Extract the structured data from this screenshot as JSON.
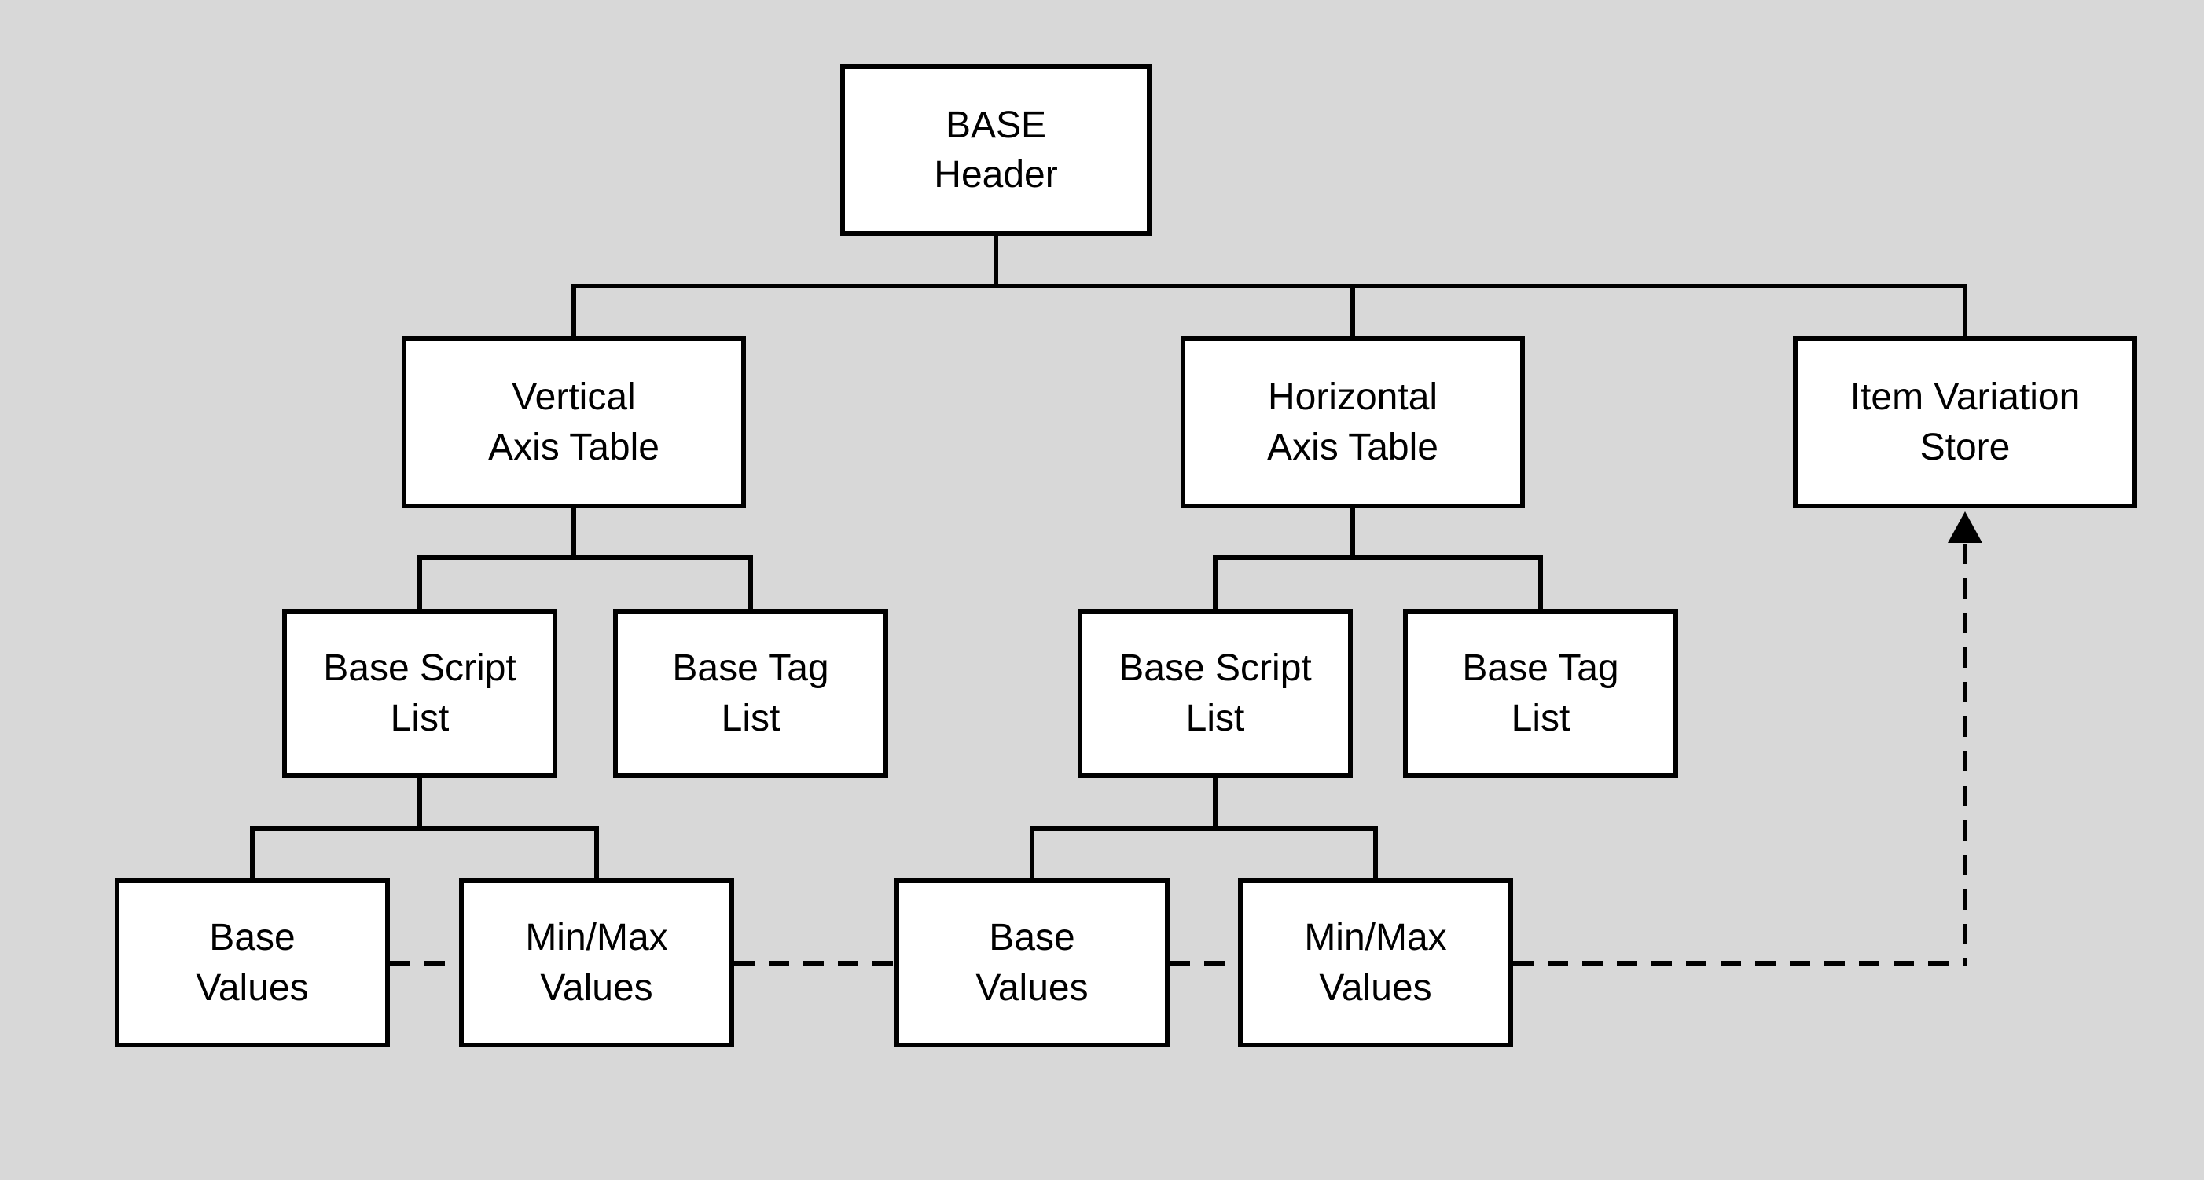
{
  "diagram": {
    "background_color": "#d8d8d8",
    "node_fill_color": "#ffffff",
    "line_color": "#000000",
    "nodes": {
      "base_header": {
        "label": "BASE Header",
        "line1": "BASE",
        "line2": "Header"
      },
      "vertical_axis_table": {
        "label": "Vertical Axis Table",
        "line1": "Vertical",
        "line2": "Axis Table"
      },
      "horizontal_axis_table": {
        "label": "Horizontal Axis Table",
        "line1": "Horizontal",
        "line2": "Axis Table"
      },
      "item_variation_store": {
        "label": "Item Variation Store",
        "line1": "Item Variation",
        "line2": "Store"
      },
      "base_script_list_vertical": {
        "label": "Base Script List",
        "line1": "Base Script",
        "line2": "List"
      },
      "base_tag_list_vertical": {
        "label": "Base Tag List",
        "line1": "Base Tag",
        "line2": "List"
      },
      "base_script_list_horizontal": {
        "label": "Base Script List",
        "line1": "Base Script",
        "line2": "List"
      },
      "base_tag_list_horizontal": {
        "label": "Base Tag List",
        "line1": "Base Tag",
        "line2": "List"
      },
      "base_values_vertical": {
        "label": "Base Values",
        "line1": "Base",
        "line2": "Values"
      },
      "minmax_values_vertical": {
        "label": "Min/Max Values",
        "line1": "Min/Max",
        "line2": "Values"
      },
      "base_values_horizontal": {
        "label": "Base Values",
        "line1": "Base",
        "line2": "Values"
      },
      "minmax_values_horizontal": {
        "label": "Min/Max Values",
        "line1": "Min/Max",
        "line2": "Values"
      }
    },
    "edges": {
      "solid": [
        [
          "base_header",
          "vertical_axis_table"
        ],
        [
          "base_header",
          "horizontal_axis_table"
        ],
        [
          "base_header",
          "item_variation_store"
        ],
        [
          "vertical_axis_table",
          "base_script_list_vertical"
        ],
        [
          "vertical_axis_table",
          "base_tag_list_vertical"
        ],
        [
          "horizontal_axis_table",
          "base_script_list_horizontal"
        ],
        [
          "horizontal_axis_table",
          "base_tag_list_horizontal"
        ],
        [
          "base_script_list_vertical",
          "base_values_vertical"
        ],
        [
          "base_script_list_vertical",
          "minmax_values_vertical"
        ],
        [
          "base_script_list_horizontal",
          "base_values_horizontal"
        ],
        [
          "base_script_list_horizontal",
          "minmax_values_horizontal"
        ]
      ],
      "dashed_flow": [
        "base_values_vertical",
        "minmax_values_vertical",
        "base_values_horizontal",
        "minmax_values_horizontal",
        "item_variation_store"
      ],
      "arrow_target": "item_variation_store",
      "arrow_direction": "up"
    }
  }
}
